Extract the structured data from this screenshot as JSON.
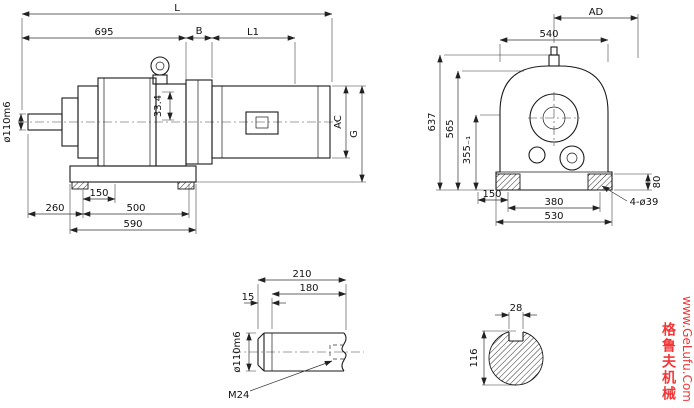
{
  "side_view": {
    "dim_L": "L",
    "dim_695": "695",
    "dim_B": "B",
    "dim_L1": "L1",
    "dim_shaft_dia": "ø110m6",
    "dim_33_4": "33.4",
    "dim_AC": "AC",
    "dim_G": "G",
    "dim_150": "150",
    "dim_260": "260",
    "dim_500": "500",
    "dim_590": "590"
  },
  "end_view": {
    "dim_AD": "AD",
    "dim_540": "540",
    "dim_637": "637",
    "dim_565": "565",
    "dim_355": "355₋₁",
    "dim_150": "150",
    "dim_380": "380",
    "dim_530": "530",
    "dim_holes": "4-ø39",
    "dim_80": "80"
  },
  "shaft_view": {
    "dim_210": "210",
    "dim_180": "180",
    "dim_15": "15",
    "dim_dia": "ø110m6",
    "dim_thread": "M24"
  },
  "section_view": {
    "dim_28": "28",
    "dim_116": "116"
  },
  "watermark": {
    "brand": "格鲁夫机械",
    "site": "www.GeLufu.Com"
  }
}
